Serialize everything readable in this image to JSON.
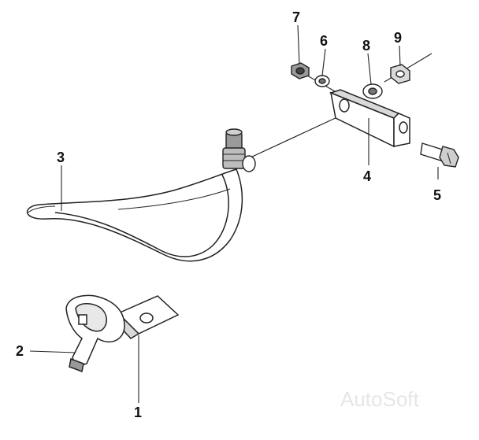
{
  "diagram": {
    "callouts": [
      {
        "id": "c1",
        "label": "1"
      },
      {
        "id": "c2",
        "label": "2"
      },
      {
        "id": "c3",
        "label": "3"
      },
      {
        "id": "c4",
        "label": "4"
      },
      {
        "id": "c5",
        "label": "5"
      },
      {
        "id": "c6",
        "label": "6"
      },
      {
        "id": "c7",
        "label": "7"
      },
      {
        "id": "c8",
        "label": "8"
      },
      {
        "id": "c9",
        "label": "9"
      }
    ],
    "watermark": "AutoSoft"
  },
  "colors": {
    "line": "#222222",
    "part_fill": "#ffffff",
    "part_shade": "#d9d9d9",
    "dark_part": "#8a8a8a",
    "watermark": "#e6e6e6"
  }
}
